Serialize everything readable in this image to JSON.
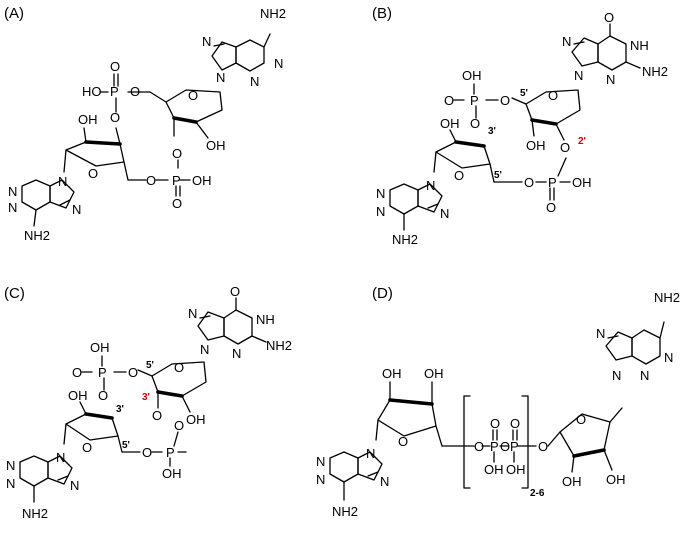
{
  "panels": [
    {
      "label": "(A)",
      "atoms": {
        "nh2_top": "NH2",
        "n7": "N",
        "n1": "N",
        "n9": "N",
        "n3": "N",
        "o_ring": "O",
        "oh_2": "OH",
        "p_top": "P",
        "o_top": "O",
        "ho_p": "HO",
        "o_b1": "O",
        "o_b2": "O",
        "oh_left": "OH",
        "o_link": "O",
        "o_ring2": "O",
        "o_p2a": "O",
        "p2": "P",
        "oh_p2": "OH",
        "o_p2b": "O",
        "n9b": "N",
        "n7b": "N",
        "n3b": "N",
        "n1b": "N",
        "nh2_bot": "NH2"
      }
    },
    {
      "label": "(B)",
      "atoms": {
        "o_keto": "O",
        "nh": "NH",
        "nh2": "NH2",
        "n7": "N",
        "n3": "N",
        "n9": "N",
        "oh_p": "OH",
        "o_p": "O",
        "p": "P",
        "o1": "O",
        "o2": "O",
        "o_ring": "O",
        "oh": "OH",
        "o_link": "O",
        "oh_left": "OH",
        "o_ring2": "O",
        "o3": "O",
        "p2": "P",
        "oh_p2": "OH",
        "o_p2": "O",
        "n9b": "N",
        "n7b": "N",
        "n3b": "N",
        "n1b": "N",
        "nh2_bot": "NH2"
      },
      "positions": {
        "p5a": "5'",
        "p3": "3'",
        "p5b": "5'",
        "p2red": "2'"
      }
    },
    {
      "label": "(C)",
      "atoms": {
        "o_keto": "O",
        "nh": "NH",
        "nh2": "NH2",
        "n7": "N",
        "n3": "N",
        "n9": "N",
        "oh_p": "OH",
        "o_p": "O",
        "p": "P",
        "o1": "O",
        "o2": "O",
        "o_ring": "O",
        "oh": "OH",
        "o_link": "O",
        "oh_left": "OH",
        "o_ring2": "O",
        "o3": "O",
        "p2": "P",
        "oh_p2": "OH",
        "o_p2": "O",
        "n9b": "N",
        "n7b": "N",
        "n3b": "N",
        "n1b": "N",
        "nh2_bot": "NH2"
      },
      "positions": {
        "p5a": "5'",
        "p3a": "3'",
        "p3red": "3'",
        "p5b": "5'"
      }
    },
    {
      "label": "(D)",
      "atoms": {
        "oh1": "OH",
        "oh2": "OH",
        "o_ring": "O",
        "o1": "O",
        "p1": "P",
        "o2": "O",
        "p2": "P",
        "o3": "O",
        "o_d1": "O",
        "o_d2": "O",
        "oh_p1": "OH",
        "oh_p2": "OH",
        "repeat": "2-6",
        "o_ring2": "O",
        "oh3": "OH",
        "oh4": "OH",
        "nh2_top": "NH2",
        "n7": "N",
        "n1": "N",
        "n9": "N",
        "n3": "N",
        "n9b": "N",
        "n7b": "N",
        "n3b": "N",
        "n1b": "N",
        "nh2_bot": "NH2"
      }
    }
  ],
  "colors": {
    "highlight": "#d00000",
    "line": "#000000",
    "background": "#ffffff"
  }
}
